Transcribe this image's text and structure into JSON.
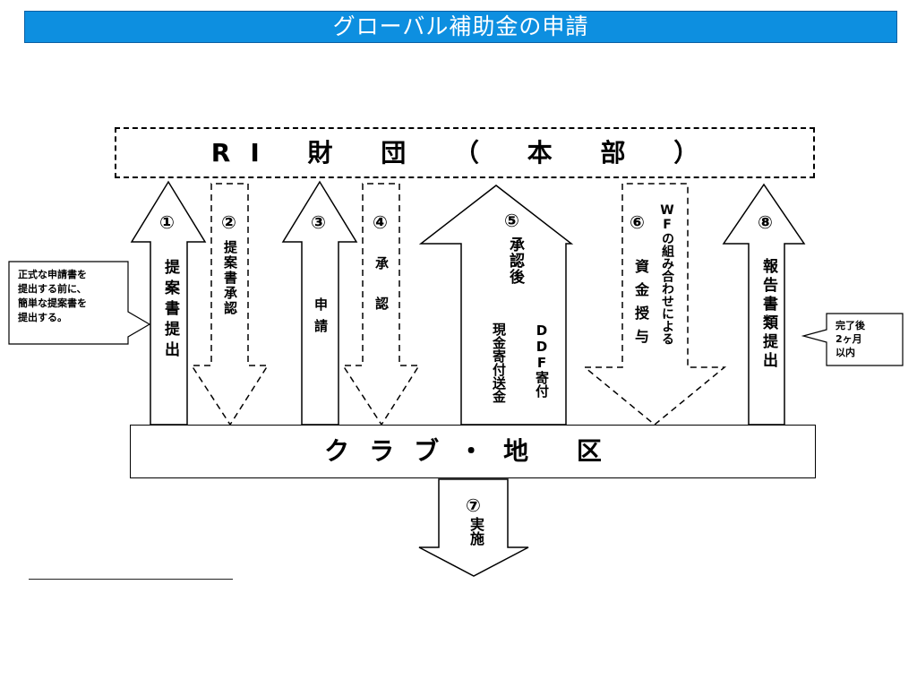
{
  "title": "グローバル補助金の申請",
  "top_box": "RI 財 団 （ 本 部 ）",
  "bottom_box": "クラブ・地 区",
  "steps": [
    {
      "num": "①",
      "label": "提案書提出"
    },
    {
      "num": "②",
      "label": "提案書承認"
    },
    {
      "num": "③",
      "label": "申請"
    },
    {
      "num": "④",
      "label": "承認"
    },
    {
      "num": "⑤",
      "label": "承認後",
      "sub_right": "DDF寄付",
      "sub_left": "現金寄付送金"
    },
    {
      "num": "⑥",
      "label": "資金授与",
      "sub": "WFの組み合わせによる"
    },
    {
      "num": "⑦",
      "label": "実施"
    },
    {
      "num": "⑧",
      "label": "報告書類提出"
    }
  ],
  "notes": {
    "left": [
      "正式な申請書を",
      "提出する前に、",
      "簡単な提案書を",
      "提出する。"
    ],
    "right": [
      "完了後",
      "2ヶ月",
      "以内"
    ]
  }
}
